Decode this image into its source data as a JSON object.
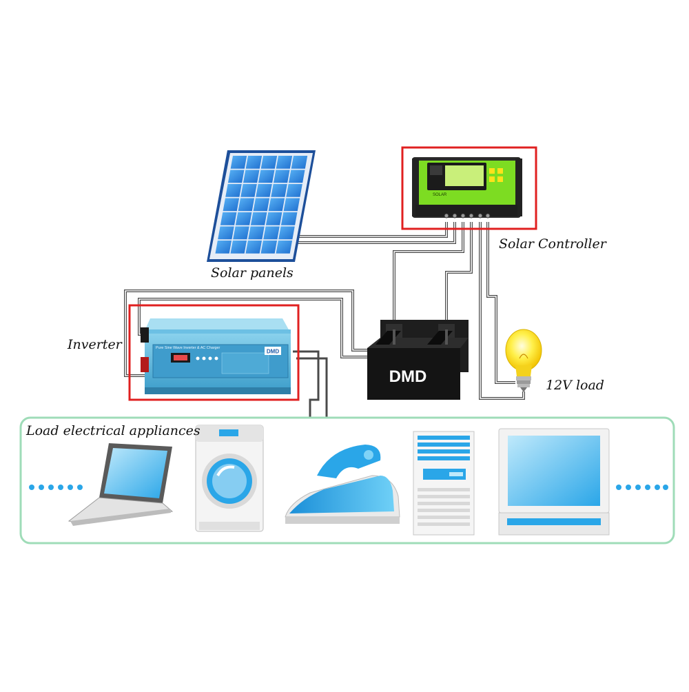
{
  "labels": {
    "solar_panels": "Solar panels",
    "solar_controller": "Solar Controller",
    "inverter": "Inverter",
    "load_12v": "12V load",
    "load_appliances": "Load electrical appliances"
  },
  "battery": {
    "brand": "DMD"
  },
  "inverter_unit": {
    "brand": "DMD",
    "panel_text": "Pure Sine Wave Inverter & AC Charger"
  },
  "controller_unit": {
    "brand_text": "SOLAR"
  },
  "appliances": [
    "laptop",
    "washing-machine",
    "iron",
    "air-conditioner",
    "monitor"
  ],
  "colors": {
    "highlight_box": "#e02020",
    "wire": "#555555",
    "appliance_frame": "#9fdcb8",
    "appliance_blue": "#2aa6e8",
    "panel_blue": "#2d7fd6",
    "controller_green": "#7ddc22",
    "inverter_blue": "#5ab7dc",
    "battery_black": "#1a1a1a",
    "bulb_yellow": "#ffe93a"
  }
}
